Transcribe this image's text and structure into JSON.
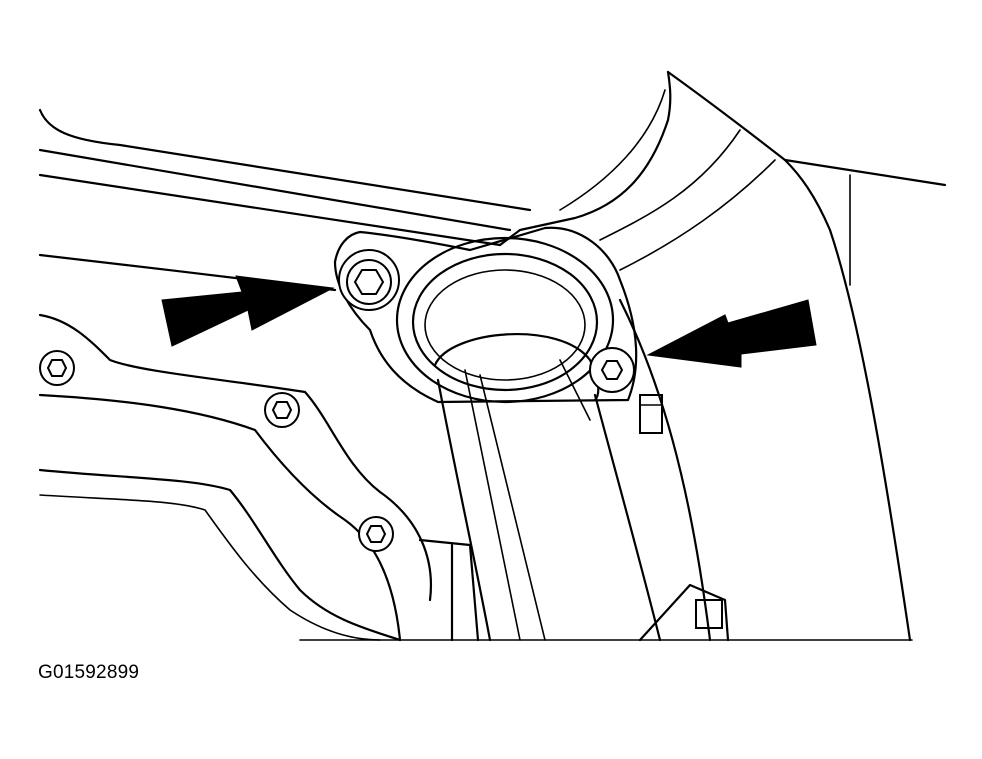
{
  "figure": {
    "code": "G01592899",
    "subject": "exhaust-pipe-flange-bolts",
    "arrow_count": 2,
    "line_color": "#000000",
    "background_color": "#ffffff"
  }
}
